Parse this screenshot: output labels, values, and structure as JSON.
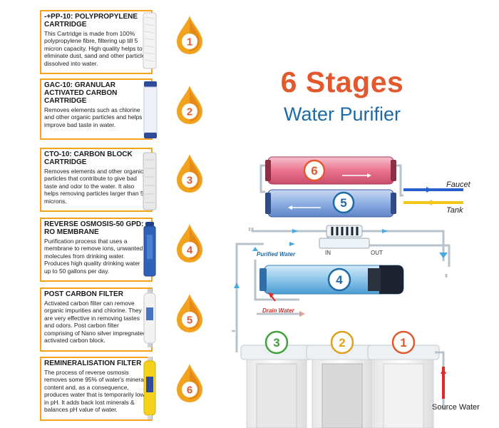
{
  "title": {
    "line1": "6 Stages",
    "line2": "Water Purifier"
  },
  "stages": [
    {
      "number": "1",
      "heading": "-+PP-10: POLYPROPYLENE CARTRIDGE",
      "text": "This Cartridge is made from 100% polypropylene fibre, filtering up till 5 micron capacity. High quality helps to eliminate dust, sand and other particles dissolved into water."
    },
    {
      "number": "2",
      "heading": "GAC-10: GRANULAR ACTIVATED CARBON CARTRIDGE",
      "text": "Removes elements such as chlorine and other organic particles and helps improve bad taste in water."
    },
    {
      "number": "3",
      "heading": "CTO-10: CARBON BLOCK CARTRIDGE",
      "text": "Removes elements and other organic particles that contribute to give bad taste and odor to the water. It also helps removing particles larger than 5 microns."
    },
    {
      "number": "4",
      "heading": "REVERSE OSMOSIS-50 GPD: RO MEMBRANE",
      "text": "Purification process that uses a membrane to remove ions, unwanted molecules from drinking water. Produces high quality drinking water up to 50 gallons per day."
    },
    {
      "number": "5",
      "heading": "POST CARBON FILTER",
      "text": "Activated carbon filter can remove organic impurities and chlorine. They are very effective in removing tastes and odors. Post carbon filter comprising of Nano silver impregnated activated carbon block."
    },
    {
      "number": "6",
      "heading": "REMINERALISATION FILTER",
      "text": "The process of reverse osmosis removes some 95% of water's mineral content and, as a consequence, produces water that is temporarily low in pH. It adds back lost minerals & balances pH value of water."
    }
  ],
  "diagram": {
    "faucet": "Faucet",
    "tank": "Tank",
    "in": "IN",
    "out": "OUT",
    "purified_water": "Purified Water",
    "drain_water": "Drain Water",
    "source_water": "Source Water",
    "stage_numbers": {
      "s1": "1",
      "s2": "2",
      "s3": "3",
      "s4": "4",
      "s5": "5",
      "s6": "6"
    }
  },
  "colors": {
    "card_border": "#f7a21b",
    "title_orange": "#e4582d",
    "title_blue": "#1e6aa4",
    "circle_red": "#e4582d",
    "circle_blue": "#1e6aa4",
    "circle_green": "#3ea23a",
    "circle_gold": "#e0a11b"
  }
}
